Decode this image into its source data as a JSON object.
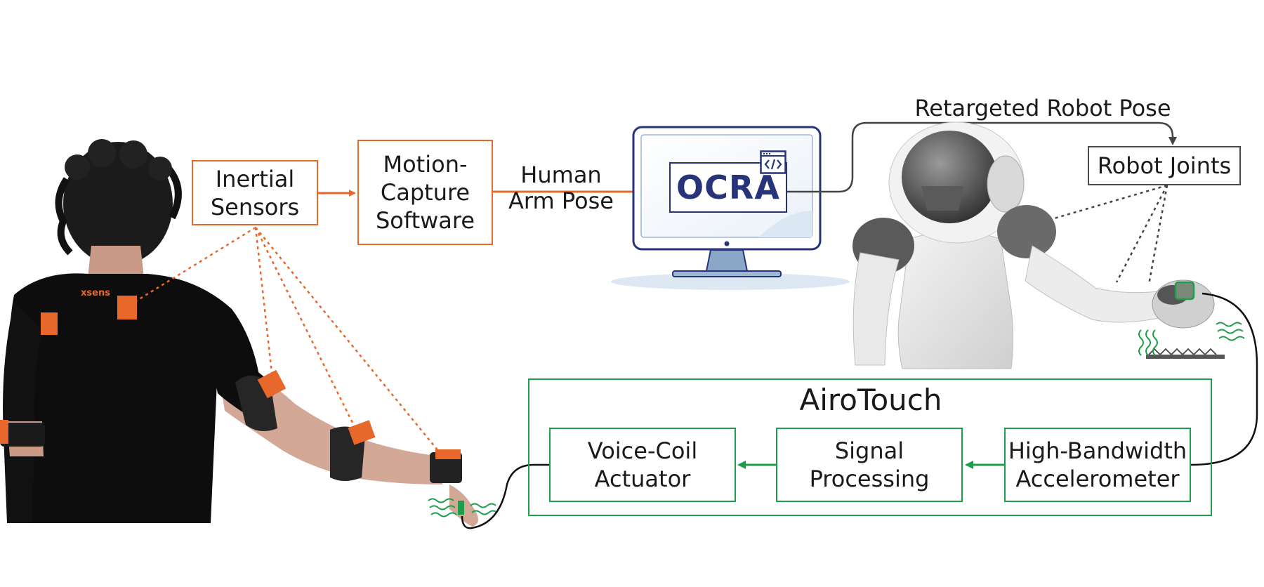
{
  "labels": {
    "inertial_sensors": "Inertial\nSensors",
    "motion_capture": "Motion-\nCapture\nSoftware",
    "human_arm_pose": "Human\nArm Pose",
    "ocra": "OCRA",
    "retargeted_robot_pose": "Retargeted Robot Pose",
    "robot_joints": "Robot Joints",
    "airotouch": "AiroTouch",
    "voice_coil": "Voice-Coil\nActuator",
    "signal_processing": "Signal\nProcessing",
    "accelerometer": "High-Bandwidth\nAccelerometer",
    "sensor_brand": "xsens"
  },
  "colors": {
    "orange": "#e8672a",
    "green": "#1e9e4a",
    "navy": "#27347a",
    "dark": "#3a3a3a"
  }
}
